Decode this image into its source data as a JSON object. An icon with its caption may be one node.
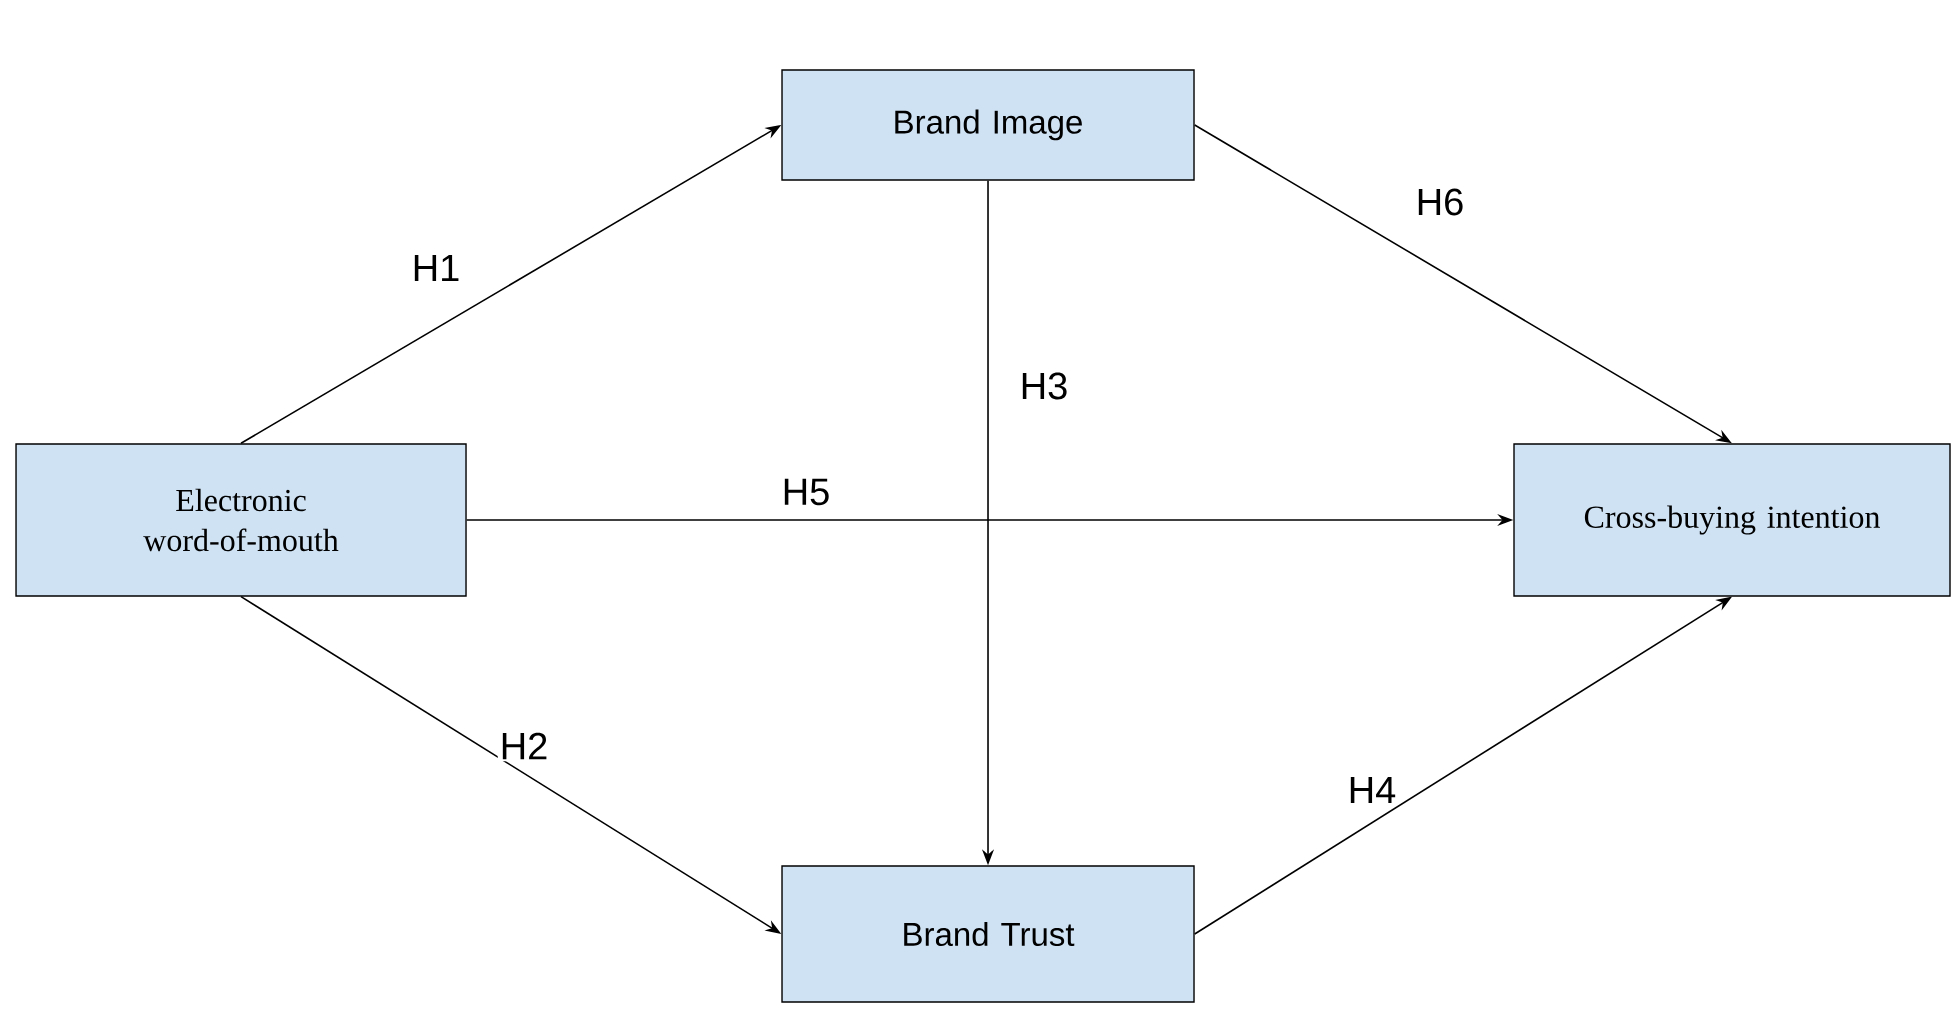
{
  "diagram": {
    "nodes": [
      {
        "text": [
          "Electronic word-of-mouth"
        ]
      },
      {
        "text": [
          "Brand Image"
        ]
      },
      {
        "text": [
          "Brand Trust"
        ]
      },
      {
        "text": [
          "Cross-buying intention"
        ]
      }
    ],
    "edges": [
      {
        "from": 0,
        "to": 1,
        "arrow": "to",
        "label": "H1"
      },
      {
        "from": 0,
        "to": 2,
        "arrow": "to",
        "label": "H2"
      },
      {
        "from": 1,
        "to": 2,
        "arrow": "to",
        "label": "H3"
      },
      {
        "from": 2,
        "to": 3,
        "arrow": "to",
        "label": "H4"
      },
      {
        "from": 0,
        "to": 3,
        "arrow": "to",
        "label": "H5"
      },
      {
        "from": 1,
        "to": 3,
        "arrow": "to",
        "label": "H6"
      }
    ]
  }
}
